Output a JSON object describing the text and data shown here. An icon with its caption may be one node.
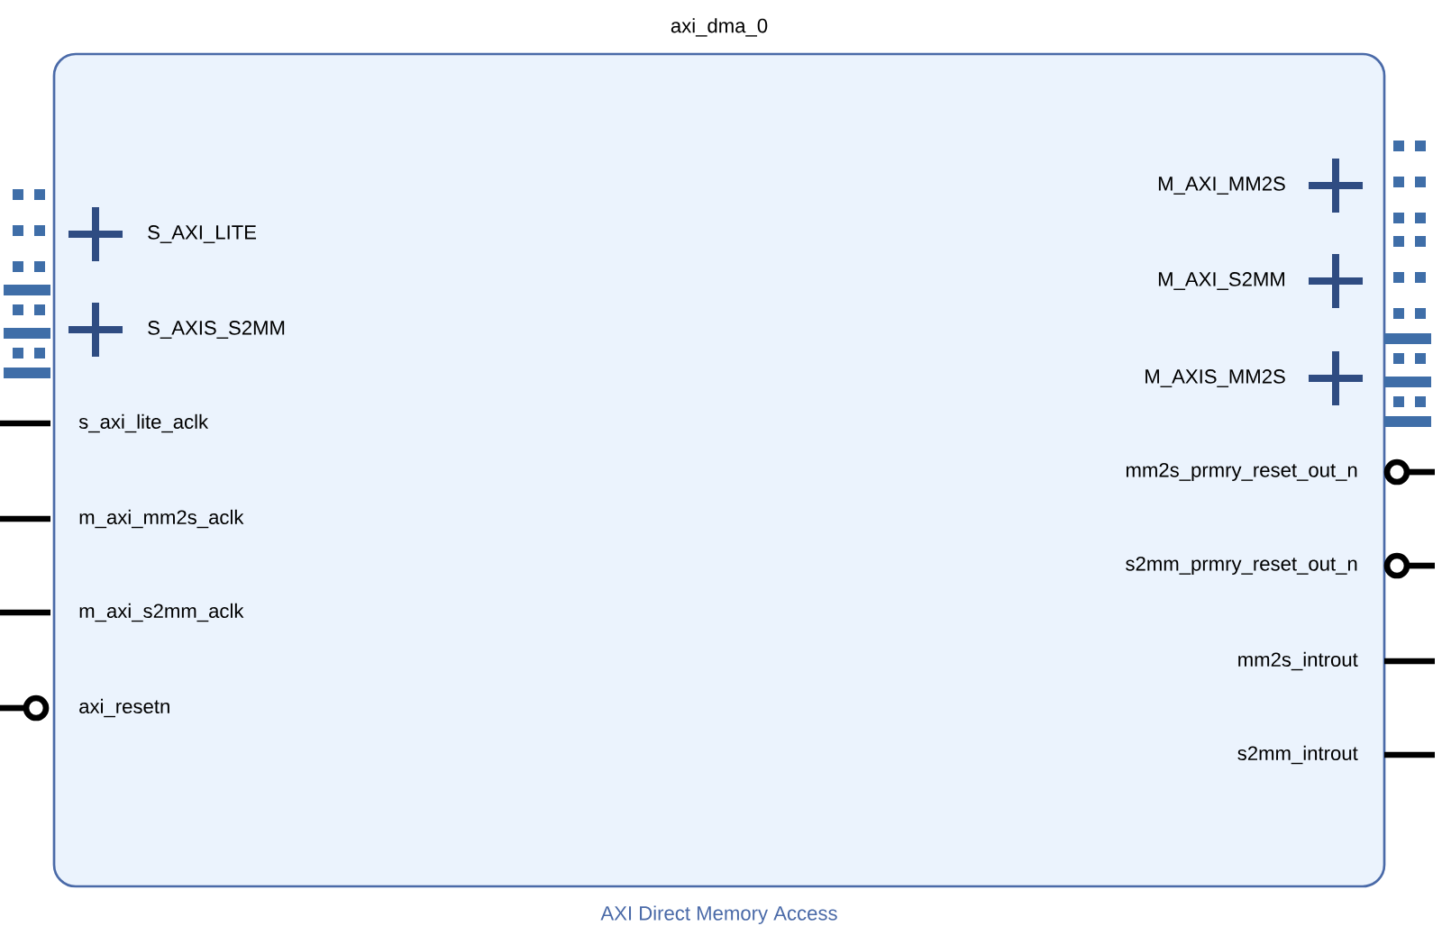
{
  "diagram": {
    "nodes": [
      {
        "text": [
          "axi_dma_0"
        ],
        "beside": [
          "AXI Direct Memory Access"
        ]
      }
    ],
    "edges": [],
    "labels": [
      "S_AXI_LITE",
      "S_AXIS_S2MM",
      "s_axi_lite_aclk",
      "m_axi_mm2s_aclk",
      "m_axi_s2mm_aclk",
      "axi_resetn",
      "M_AXI_MM2S",
      "M_AXI_S2MM",
      "M_AXIS_MM2S",
      "mm2s_prmry_reset_out_n",
      "s2mm_prmry_reset_out_n",
      "mm2s_introut",
      "s2mm_introut"
    ]
  }
}
